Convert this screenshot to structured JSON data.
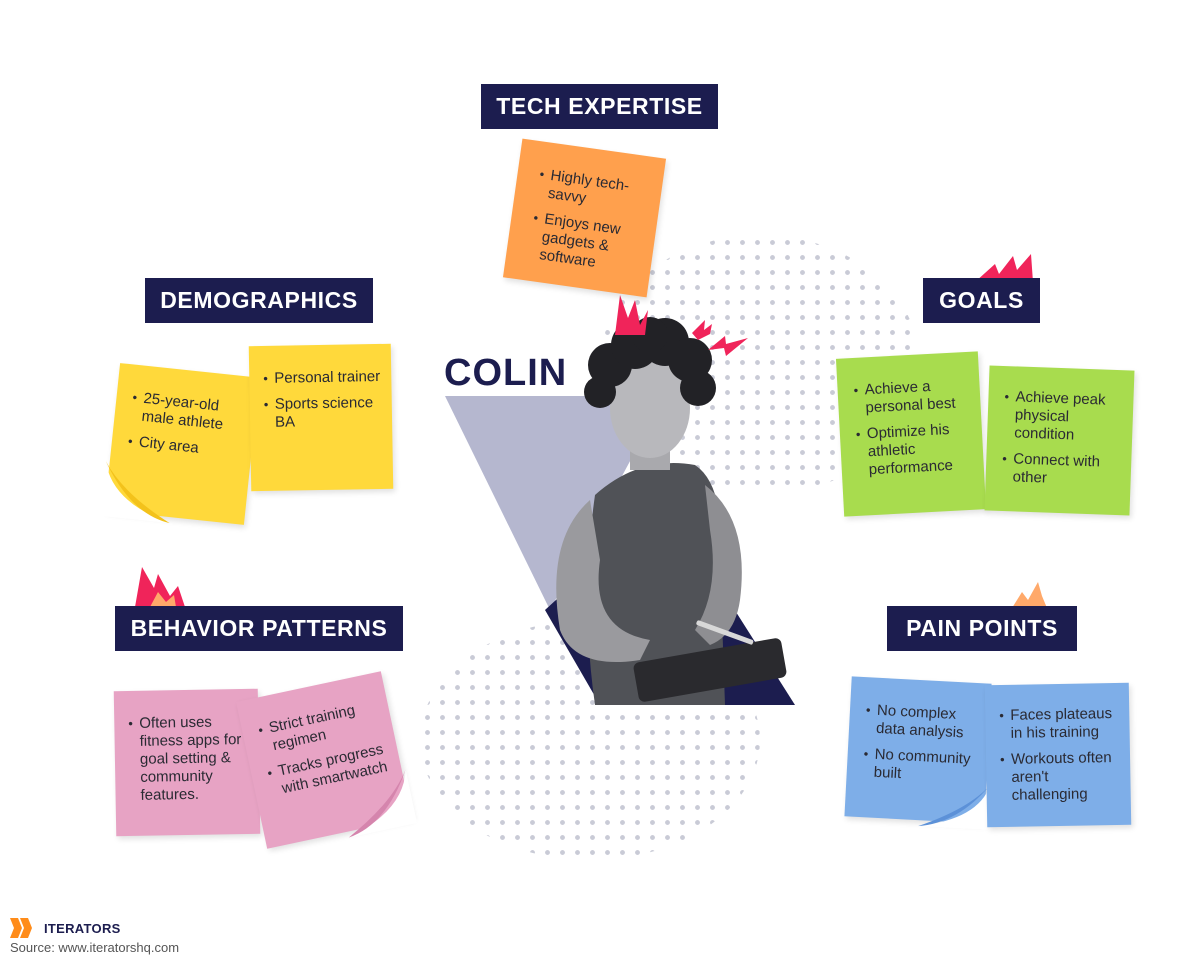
{
  "persona": {
    "name": "COLIN"
  },
  "sections": {
    "tech_expertise": {
      "title": "TECH EXPERTISE",
      "notes": [
        {
          "items": [
            "Highly tech-savvy",
            "Enjoys new gadgets & software"
          ]
        }
      ]
    },
    "demographics": {
      "title": "DEMOGRAPHICS",
      "notes": [
        {
          "items": [
            "25-year-old male athlete",
            "City area"
          ]
        },
        {
          "items": [
            "Personal trainer",
            "Sports science BA"
          ]
        }
      ]
    },
    "goals": {
      "title": "GOALS",
      "notes": [
        {
          "items": [
            "Achieve a personal best",
            "Optimize his athletic performance"
          ]
        },
        {
          "items": [
            "Achieve peak physical condition",
            "Connect with other"
          ]
        }
      ]
    },
    "behavior_patterns": {
      "title": "BEHAVIOR PATTERNS",
      "notes": [
        {
          "items": [
            "Often uses fitness apps for goal setting & community features."
          ]
        },
        {
          "items": [
            "Strict training regimen",
            "Tracks progress with smartwatch"
          ]
        }
      ]
    },
    "pain_points": {
      "title": "PAIN POINTS",
      "notes": [
        {
          "items": [
            "No complex data analysis",
            "No community built"
          ]
        },
        {
          "items": [
            "Faces plateaus in his training",
            "Workouts often aren't challenging"
          ]
        }
      ]
    }
  },
  "footer": {
    "brand": "ITERATORS",
    "source": "Source: www.iteratorshq.com"
  },
  "colors": {
    "navy": "#1c1d4f",
    "orange_note": "#ffa04d",
    "yellow_note": "#ffd93b",
    "green_note": "#a8dc4e",
    "pink_note": "#e7a3c4",
    "blue_note": "#7eaee8",
    "spark_red": "#f0245a",
    "spark_orange": "#ffa96a"
  }
}
